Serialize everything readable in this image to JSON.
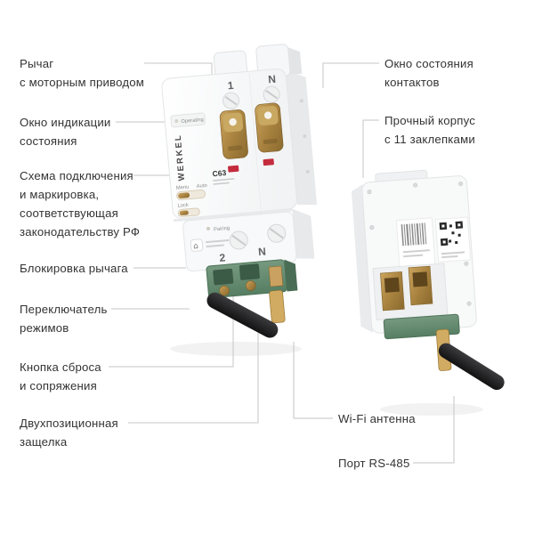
{
  "colors": {
    "background": "#ffffff",
    "label_text": "#333333",
    "connector_line": "#c6c6c6",
    "gold_accent": "#b78b3e",
    "green_terminal": "#64906f",
    "antenna_black": "#1d1d1f",
    "indicator_red": "#c42b3d"
  },
  "callouts": {
    "left": [
      {
        "lines": [
          "Рычаг",
          "с моторным приводом"
        ]
      },
      {
        "lines": [
          "Окно индикации",
          "состояния"
        ]
      },
      {
        "lines": [
          "Схема подключения",
          "и маркировка,",
          "соответствующая",
          "законодательству РФ"
        ]
      },
      {
        "lines": [
          "Блокировка рычага"
        ]
      },
      {
        "lines": [
          "Переключатель",
          "режимов"
        ]
      },
      {
        "lines": [
          "Кнопка сброса",
          "и сопряжения"
        ]
      },
      {
        "lines": [
          "Двухпозиционная",
          "защелка"
        ]
      }
    ],
    "right": [
      {
        "lines": [
          "Окно состояния",
          "контактов"
        ]
      },
      {
        "lines": [
          "Прочный корпус",
          "с 11 заклепками"
        ]
      },
      {
        "lines": [
          "Wi-Fi антенна"
        ]
      },
      {
        "lines": [
          "Порт RS-485"
        ]
      }
    ]
  },
  "device": {
    "brand": "WERKEL",
    "model": "C63",
    "pole_top_1": "1",
    "pole_top_n": "N",
    "pole_bottom_2": "2",
    "pole_bottom_n": "N",
    "labels": {
      "operating": "Operating",
      "menu": "Menu",
      "auto": "Auto",
      "lock": "Lock",
      "pairing": "Pairing"
    }
  },
  "icons": {
    "app": "⌂"
  }
}
